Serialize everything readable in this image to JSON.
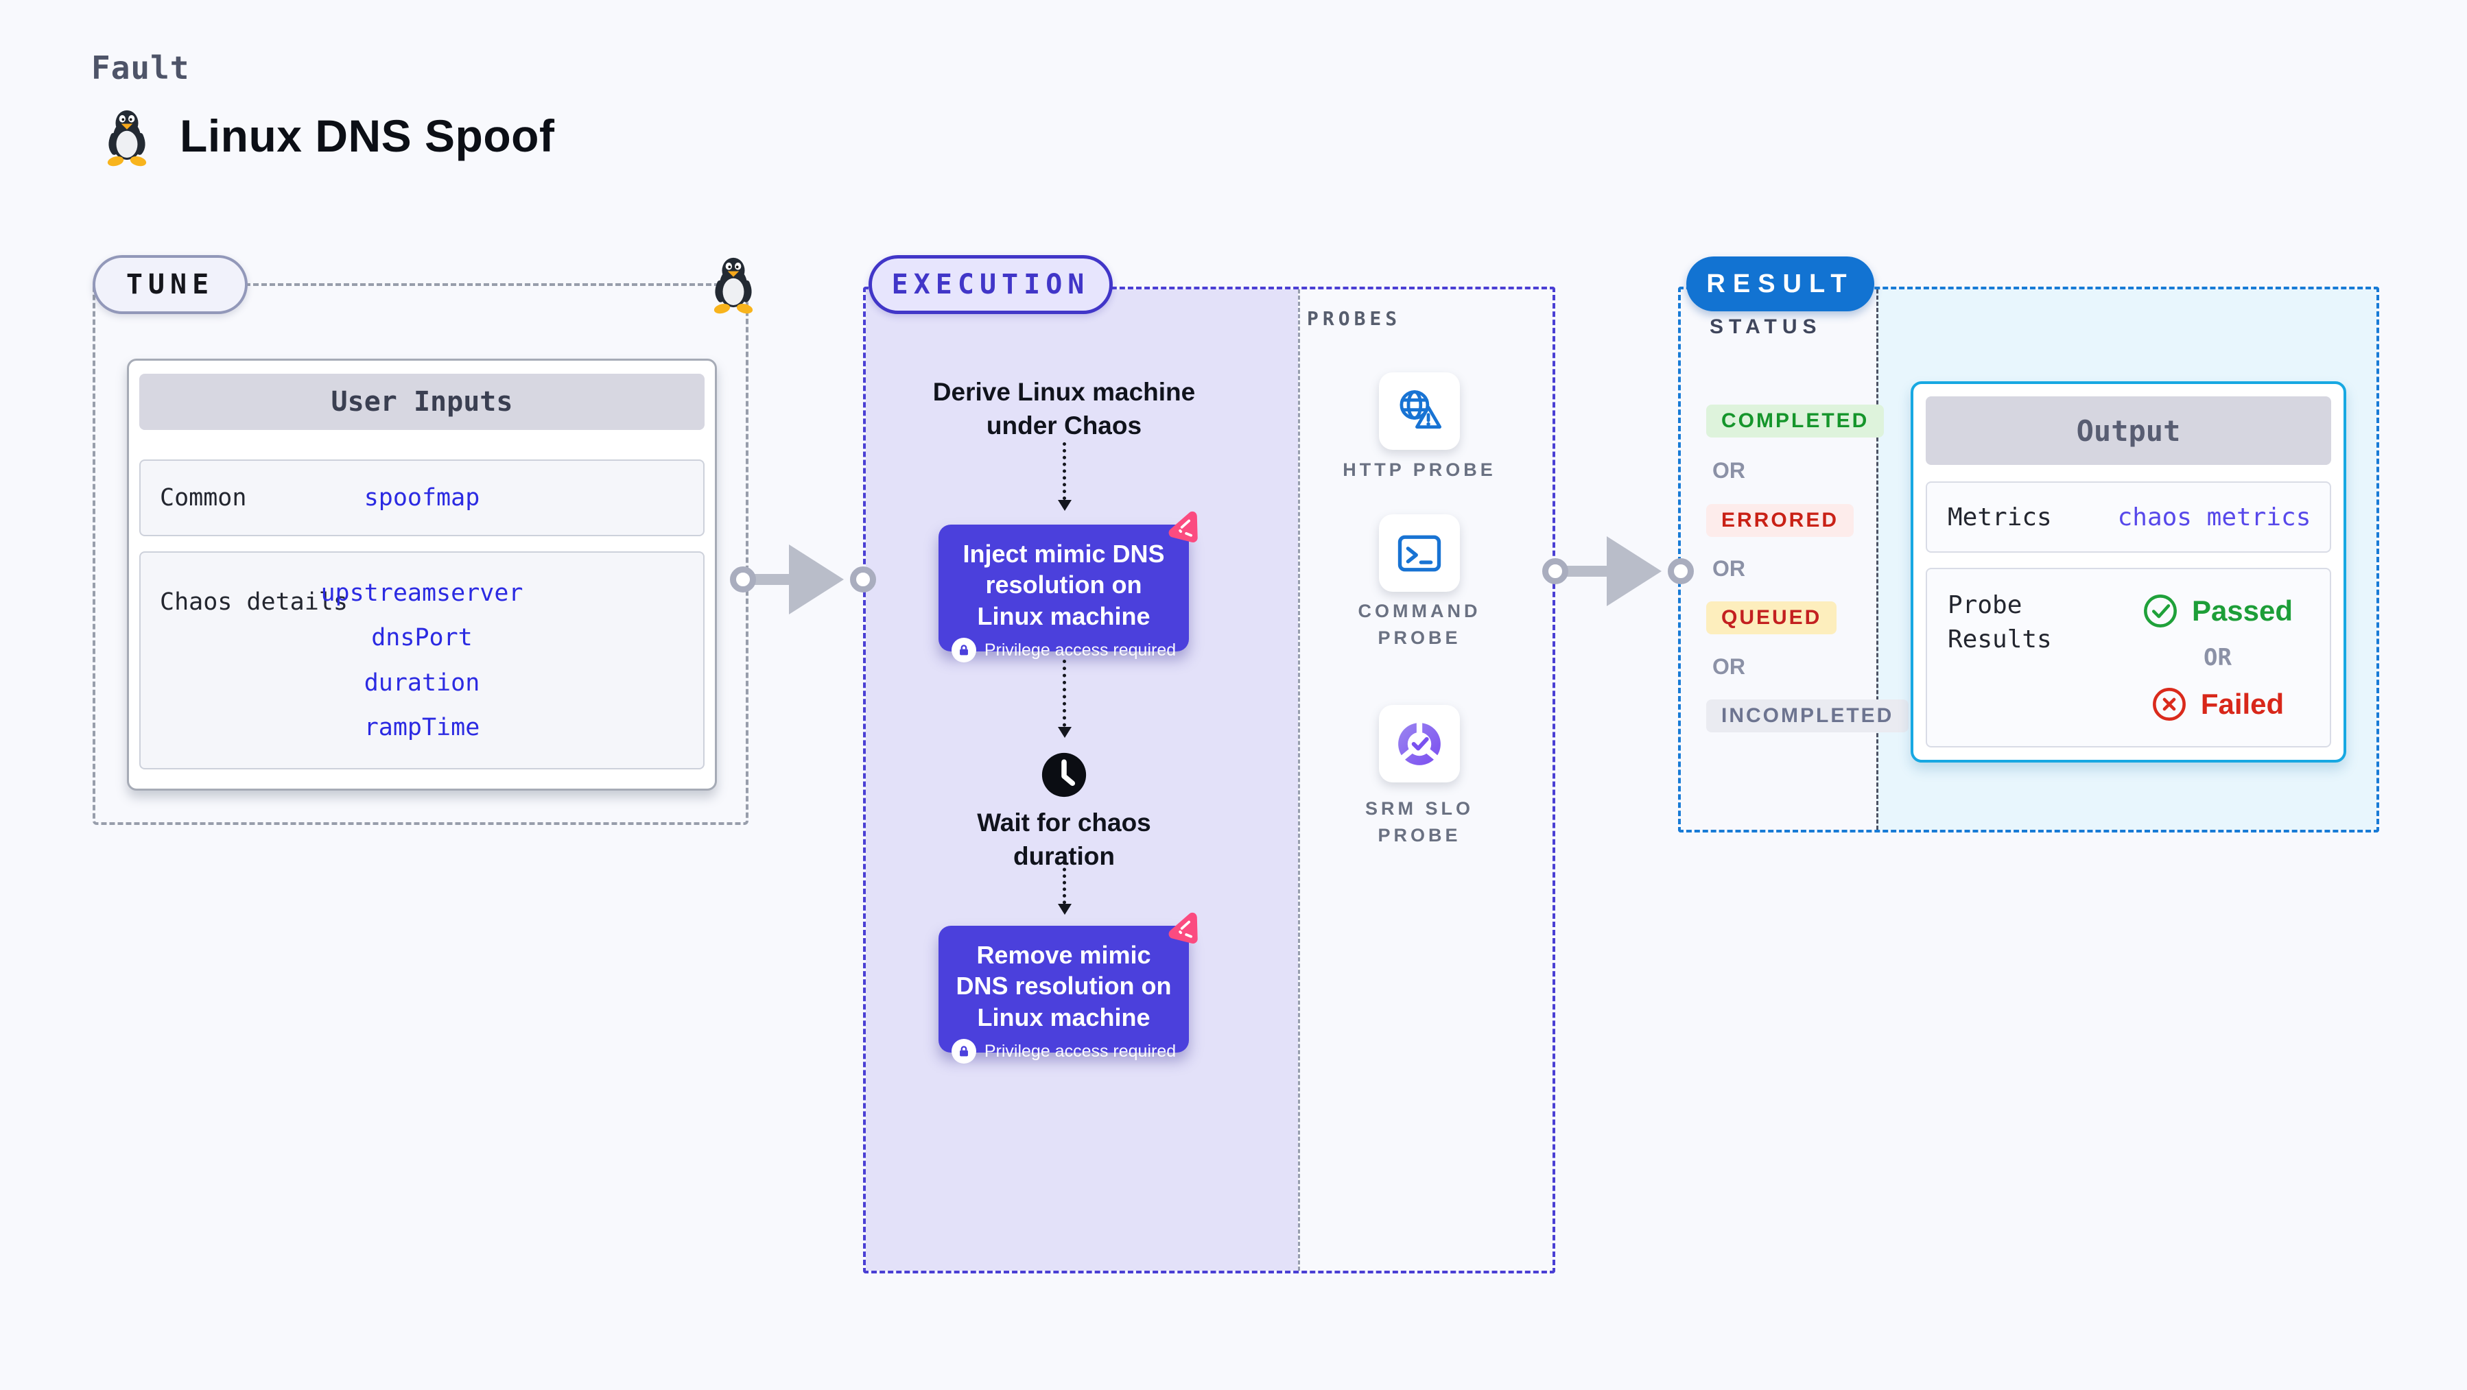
{
  "header": {
    "kicker": "Fault",
    "title": "Linux DNS Spoof"
  },
  "tune": {
    "badge": "TUNE",
    "user_inputs": {
      "header": "User Inputs",
      "rows": [
        {
          "label": "Common",
          "values": [
            "spoofmap"
          ]
        },
        {
          "label": "Chaos details",
          "values": [
            "upstreamserver",
            "dnsPort",
            "duration",
            "rampTime"
          ]
        }
      ]
    }
  },
  "execution": {
    "badge": "EXECUTION",
    "derive_label": "Derive Linux machine under Chaos",
    "inject_label": "Inject mimic DNS resolution on Linux machine",
    "privilege_label": "Privilege access required",
    "wait_label": "Wait for chaos duration",
    "remove_label": "Remove mimic DNS resolution on Linux machine",
    "probes": {
      "label": "PROBES",
      "items": [
        {
          "name": "HTTP PROBE",
          "icon": "globe-alert-icon"
        },
        {
          "name": "COMMAND PROBE",
          "icon": "terminal-icon"
        },
        {
          "name": "SRM SLO PROBE",
          "icon": "slo-check-icon"
        }
      ]
    }
  },
  "result": {
    "badge": "RESULT",
    "status": {
      "label": "STATUS",
      "separator": "OR",
      "items": [
        {
          "label": "COMPLETED",
          "fg": "#15952b",
          "bg": "#def3dc"
        },
        {
          "label": "ERRORED",
          "fg": "#c92116",
          "bg": "#fdeceb"
        },
        {
          "label": "QUEUED",
          "fg": "#c32020",
          "bg": "#fdeebd"
        },
        {
          "label": "INCOMPLETED",
          "fg": "#6d7490",
          "bg": "#eaebf1"
        }
      ]
    },
    "output": {
      "header": "Output",
      "metrics_label": "Metrics",
      "metrics_value": "chaos metrics",
      "probe_results_label": "Probe Results",
      "passed": "Passed",
      "separator": "OR",
      "failed": "Failed"
    }
  },
  "colors": {
    "page_bg": "#f8f9fd",
    "node_indigo": "#4b40dc",
    "execution_accent": "#4136c8",
    "execution_panel": "#e3e1f9",
    "result_accent": "#1273d2",
    "result_panel": "#e8f6fd",
    "output_border": "#17a8e2",
    "value_blue": "#2b2ae2",
    "metrics_violet": "#5748ea",
    "spark_pink": "#fb4b80",
    "probe_icon_blue": "#1873d3",
    "passed_green": "#1d9e38",
    "failed_red": "#d8271a",
    "arrow_gray": "#b9bdc9"
  }
}
